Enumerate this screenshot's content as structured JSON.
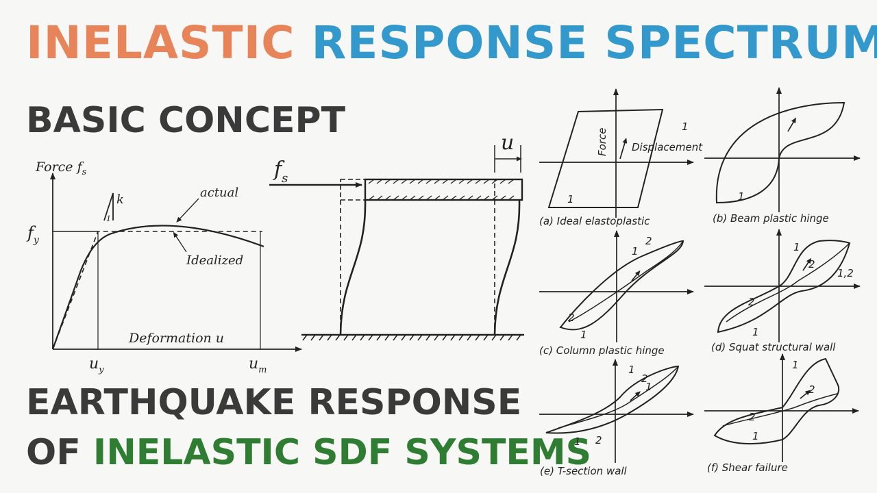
{
  "title": {
    "part1": "INELASTIC",
    "part2": "RESPONSE SPECTRUM",
    "color1": "#e8845a",
    "color2": "#3399cc"
  },
  "subtitle1": "BASIC CONCEPT",
  "subtitle2": {
    "line1": "EARTHQUAKE RESPONSE",
    "line2_prefix": "OF",
    "line2_highlight": "INELASTIC SDF SYSTEMS",
    "highlight_color": "#2e7d32",
    "text_color": "#3a3a3a"
  },
  "force_deformation": {
    "y_axis_label": "Force f",
    "y_axis_sub": "s",
    "x_axis_label": "Deformation u",
    "yield_force": "f",
    "yield_force_sub": "y",
    "yield_def": "u",
    "yield_def_sub": "y",
    "max_def": "u",
    "max_def_sub": "m",
    "stiffness": "k",
    "slope_unit": "1",
    "actual": "actual",
    "idealized": "Idealized"
  },
  "frame": {
    "force": "f",
    "force_sub": "s",
    "disp": "u"
  },
  "hysteresis": {
    "force_label": "Force",
    "disp_label": "Displacement",
    "captions": [
      "(a) Ideal elastoplastic",
      "(b) Beam plastic hinge",
      "(c) Column plastic hinge",
      "(d) Squat structural wall",
      "(e) T-section wall",
      "(f) Shear failure"
    ],
    "n1": "1",
    "n2": "2",
    "n12": "1,2"
  }
}
